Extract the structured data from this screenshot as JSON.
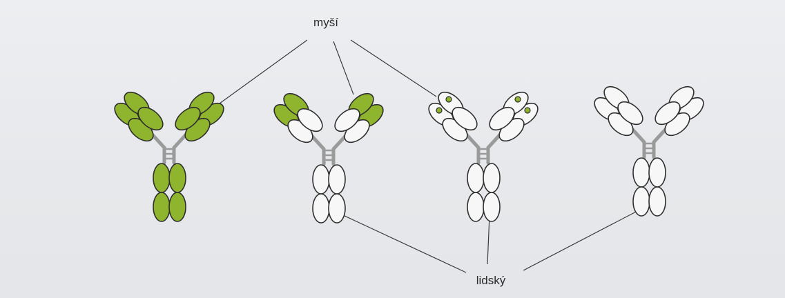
{
  "labels": {
    "top": "myší",
    "bottom": "lidský"
  },
  "colors": {
    "mouse_green": "#8fb52e",
    "human_white": "#f7f7f7",
    "outline": "#2e2e2e",
    "hinge": "#9a9a9a",
    "connector_line": "#3a3a3a"
  },
  "antibodies": [
    {
      "name": "mouse-antibody",
      "variable_domains": "mouse",
      "constant_domains": "mouse",
      "cdr_dots": false
    },
    {
      "name": "chimeric-antibody",
      "variable_domains": "mouse",
      "constant_domains": "human",
      "cdr_dots": false
    },
    {
      "name": "humanized-antibody",
      "variable_domains": "human",
      "constant_domains": "human",
      "cdr_dots": true
    },
    {
      "name": "human-antibody",
      "variable_domains": "human",
      "constant_domains": "human",
      "cdr_dots": false
    }
  ]
}
